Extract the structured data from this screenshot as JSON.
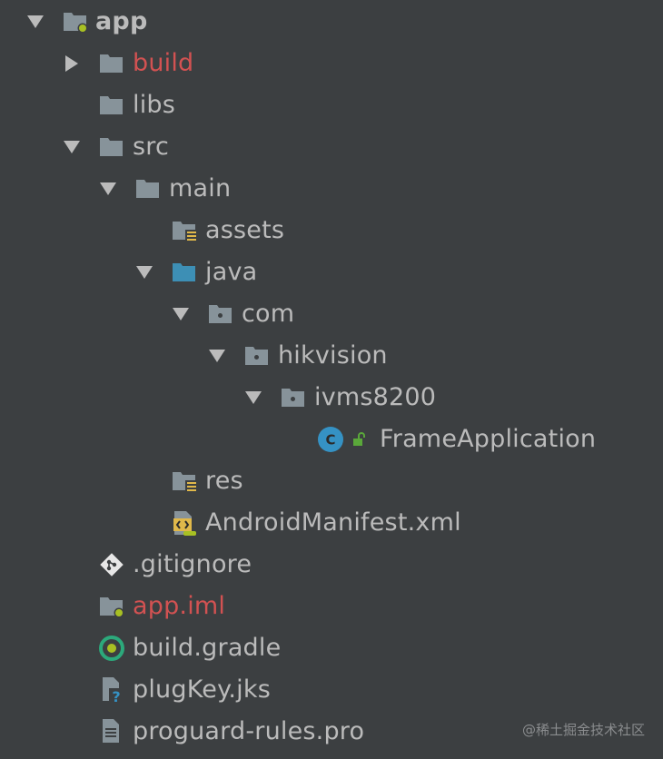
{
  "colors": {
    "background": "#3c3f41",
    "text": "#bbbbbb",
    "excluded_text": "#d25252",
    "folder": "#87939a",
    "source_folder": "#3d8fb5",
    "resource_badge": "#e0b84a",
    "module_dot": "#a8c023",
    "class_circle": "#3592c4",
    "unlock": "#5aa83a",
    "git": "#e7e7e7",
    "gradle": "#2ca97b"
  },
  "tree": {
    "app": {
      "label": "app",
      "icon": "module-folder-icon",
      "expanded": true
    },
    "build": {
      "label": "build",
      "icon": "folder-icon",
      "expanded": false
    },
    "libs": {
      "label": "libs",
      "icon": "folder-icon"
    },
    "src": {
      "label": "src",
      "icon": "folder-icon",
      "expanded": true
    },
    "main": {
      "label": "main",
      "icon": "folder-icon",
      "expanded": true
    },
    "assets": {
      "label": "assets",
      "icon": "resource-folder-icon"
    },
    "java": {
      "label": "java",
      "icon": "source-folder-icon",
      "expanded": true
    },
    "com": {
      "label": "com",
      "icon": "package-icon",
      "expanded": true
    },
    "hikvision": {
      "label": "hikvision",
      "icon": "package-icon",
      "expanded": true
    },
    "ivms8200": {
      "label": "ivms8200",
      "icon": "package-icon",
      "expanded": true
    },
    "frame_application": {
      "label": "FrameApplication",
      "icon": "class-icon",
      "class_letter": "C"
    },
    "res": {
      "label": "res",
      "icon": "resource-folder-icon"
    },
    "manifest": {
      "label": "AndroidManifest.xml",
      "icon": "manifest-file-icon"
    },
    "gitignore": {
      "label": ".gitignore",
      "icon": "git-icon"
    },
    "app_iml": {
      "label": "app.iml",
      "icon": "module-folder-icon"
    },
    "build_gradle": {
      "label": "build.gradle",
      "icon": "gradle-icon"
    },
    "plugkey": {
      "label": "plugKey.jks",
      "icon": "unknown-file-icon",
      "badge": "?"
    },
    "proguard": {
      "label": "proguard-rules.pro",
      "icon": "text-file-icon"
    }
  },
  "watermark": "@稀土掘金技术社区"
}
